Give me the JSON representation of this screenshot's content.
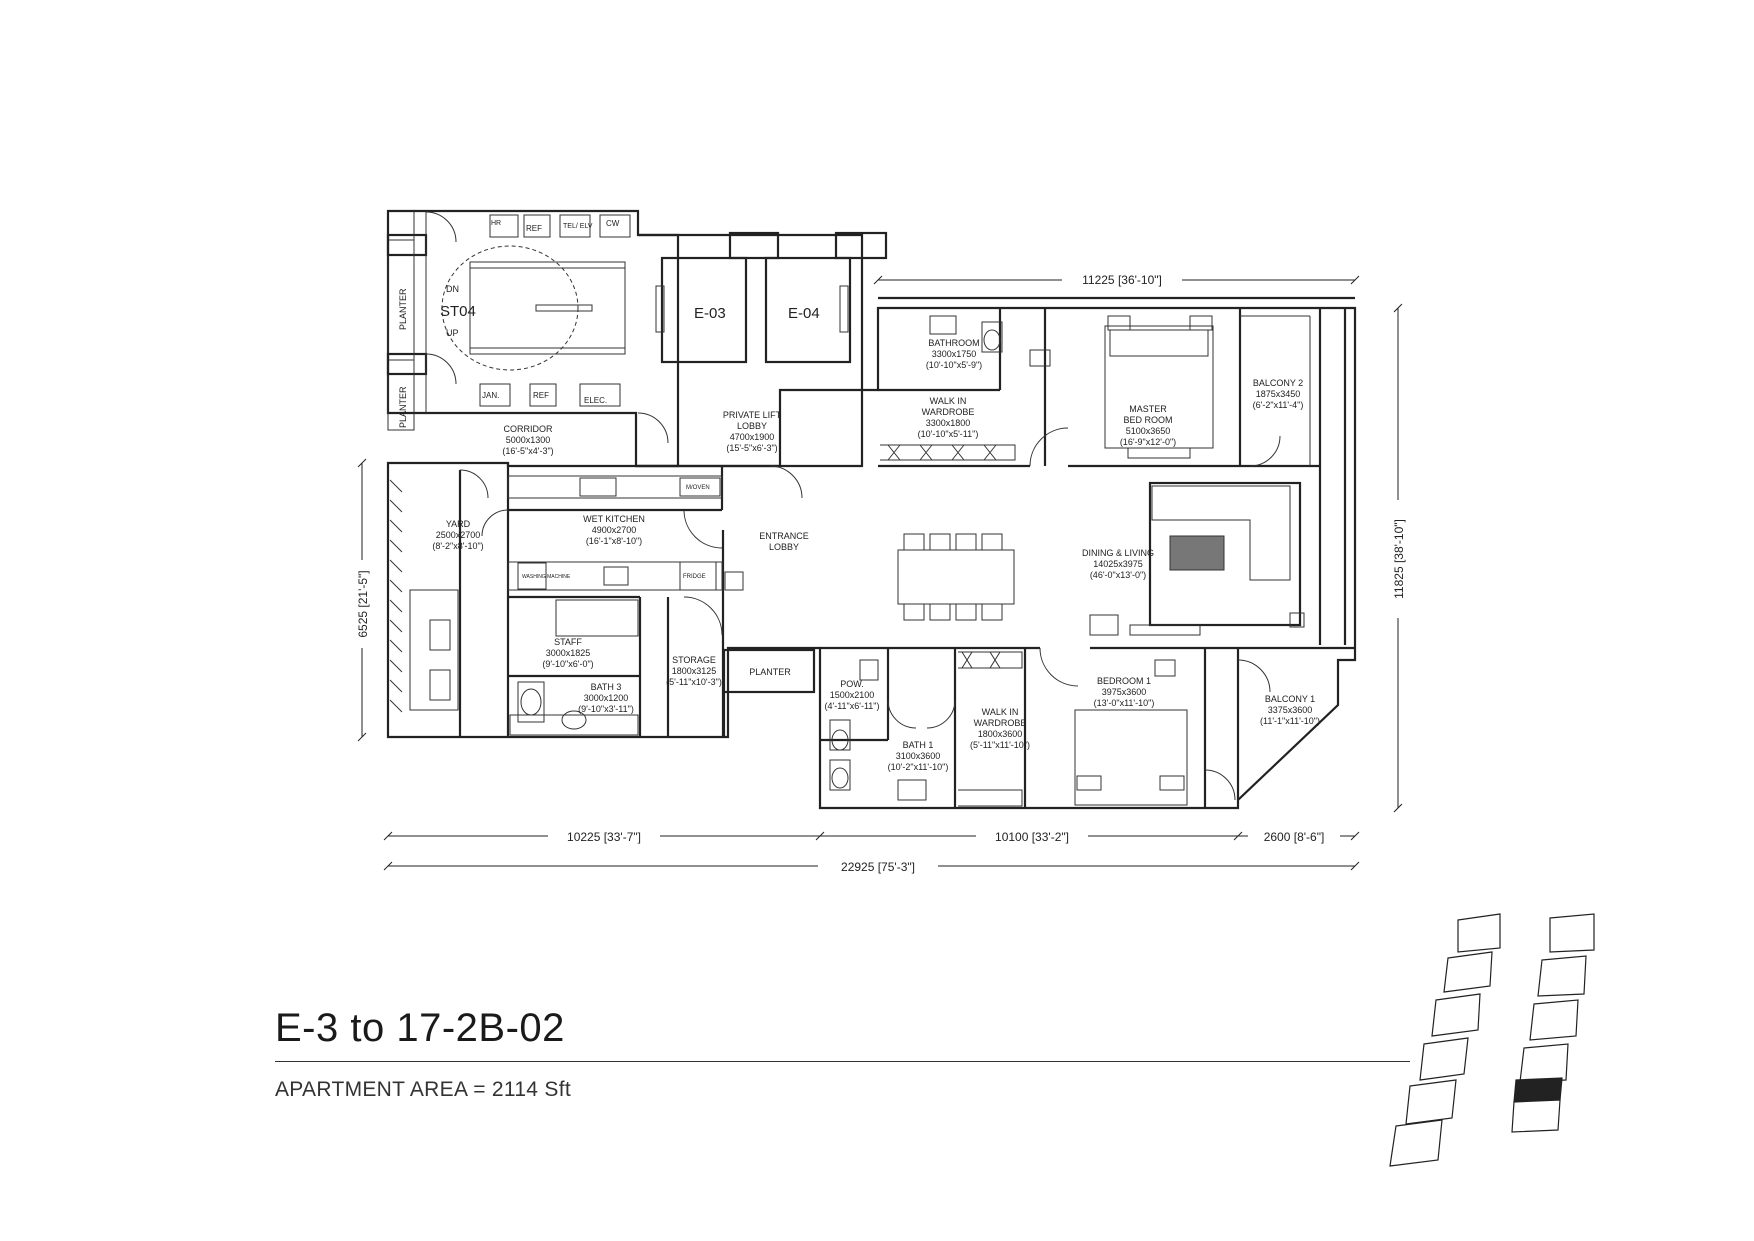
{
  "unit_title": "E-3 to 17-2B-02",
  "apartment_area": "APARTMENT AREA = 2114 Sft",
  "core": {
    "stair": "ST04",
    "stair_dn": "DN",
    "stair_up": "UP",
    "lift_1": "E-03",
    "lift_2": "E-04",
    "planter": "PLANTER",
    "hr": "HR",
    "ref": "REF",
    "tel_elv": "TEL/ ELV",
    "cw": "CW",
    "jan": "JAN.",
    "elec": "ELEC."
  },
  "rooms": {
    "corridor": {
      "name": "CORRIDOR",
      "size": "5000x1300",
      "imperial": "(16'-5\"x4'-3\")"
    },
    "private_lift_lobby": {
      "name": "PRIVATE LIFT",
      "name2": "LOBBY",
      "size": "4700x1900",
      "imperial": "(15'-5\"x6'-3\")"
    },
    "bathroom": {
      "name": "BATHROOM",
      "size": "3300x1750",
      "imperial": "(10'-10\"x5'-9\")"
    },
    "walk_in_wardrobe_master": {
      "name": "WALK IN",
      "name2": "WARDROBE",
      "size": "3300x1800",
      "imperial": "(10'-10\"x5'-11\")"
    },
    "master_bed_room": {
      "name": "MASTER",
      "name2": "BED ROOM",
      "size": "5100x3650",
      "imperial": "(16'-9\"x12'-0\")"
    },
    "balcony_2": {
      "name": "BALCONY 2",
      "size": "1875x3450",
      "imperial": "(6'-2\"x11'-4\")"
    },
    "yard": {
      "name": "YARD",
      "size": "2500x2700",
      "imperial": "(8'-2\"x8'-10\")"
    },
    "wet_kitchen": {
      "name": "WET KITCHEN",
      "size": "4900x2700",
      "imperial": "(16'-1\"x8'-10\")"
    },
    "entrance_lobby": {
      "name": "ENTRANCE",
      "name2": "LOBBY"
    },
    "dining_living": {
      "name": "DINING & LIVING",
      "size": "14025x3975",
      "imperial": "(46'-0\"x13'-0\")"
    },
    "staff": {
      "name": "STAFF",
      "size": "3000x1825",
      "imperial": "(9'-10\"x6'-0\")"
    },
    "bath_3": {
      "name": "BATH 3",
      "size": "3000x1200",
      "imperial": "(9'-10\"x3'-11\")"
    },
    "storage": {
      "name": "STORAGE",
      "size": "1800x3125",
      "imperial": "(5'-11\"x10'-3\")"
    },
    "planter": {
      "name": "PLANTER"
    },
    "pow": {
      "name": "POW.",
      "size": "1500x2100",
      "imperial": "(4'-11\"x6'-11\")"
    },
    "bath_1": {
      "name": "BATH 1",
      "size": "3100x3600",
      "imperial": "(10'-2\"x11'-10\")"
    },
    "walk_in_wardrobe_1": {
      "name": "WALK IN",
      "name2": "WARDROBE",
      "size": "1800x3600",
      "imperial": "(5'-11\"x11'-10\")"
    },
    "bedroom_1": {
      "name": "BEDROOM 1",
      "size": "3975x3600",
      "imperial": "(13'-0\"x11'-10\")"
    },
    "balcony_1": {
      "name": "BALCONY 1",
      "size": "3375x3600",
      "imperial": "(11'-1\"x11'-10\")"
    }
  },
  "appliances": {
    "oven": "M/OVEN",
    "fridge": "FRIDGE",
    "washer": "WASHING MACHINE"
  },
  "dimensions": {
    "top": "11225 [36'-10\"]",
    "right": "11825 [38'-10\"]",
    "left": "6525 [21'-5\"]",
    "bottom_1": "10225 [33'-7\"]",
    "bottom_2": "10100 [33'-2\"]",
    "bottom_3": "2600 [8'-6\"]",
    "overall": "22925 [75'-3\"]"
  },
  "key_plan": {
    "highlight_color": "#222222",
    "description_tower_count": 2
  }
}
